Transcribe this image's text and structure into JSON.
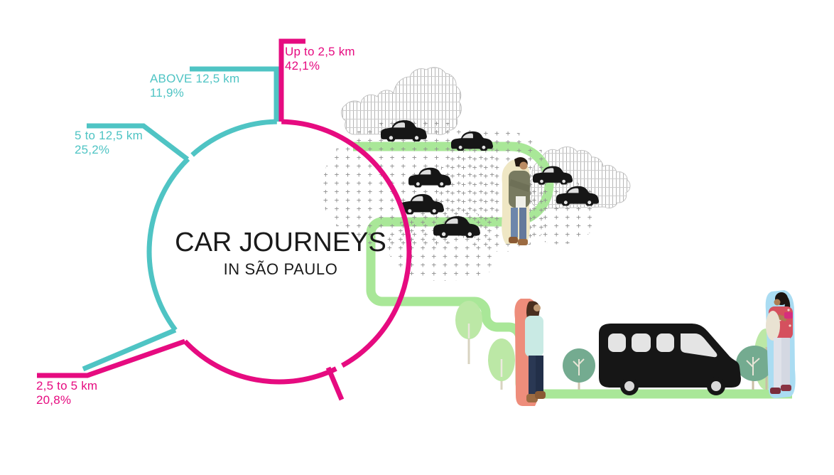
{
  "page": {
    "background": "#ffffff",
    "kind": "infographic"
  },
  "chart_data": {
    "type": "pie",
    "title": "CAR JOURNEYS",
    "subtitle": "IN SÃO PAULO",
    "unit": "%",
    "start_angle_deg": 0,
    "direction": "clockwise",
    "legend_position": "callout labels around donut",
    "segments": [
      {
        "label": "Up to 2,5 km",
        "value": 42.1,
        "value_text": "42,1%",
        "color": "#e60b80"
      },
      {
        "label": "2,5 to 5 km",
        "value": 20.8,
        "value_text": "20,8%",
        "color": "#e60b80"
      },
      {
        "label": "5 to 12,5 km",
        "value": 25.2,
        "value_text": "25,2%",
        "color": "#4fc4c4"
      },
      {
        "label": "ABOVE 12,5 km",
        "value": 11.9,
        "value_text": "11,9%",
        "color": "#4fc4c4"
      }
    ]
  },
  "colors": {
    "pink": "#e60b80",
    "teal": "#4fc4c4",
    "route_green": "#a9e798",
    "tree_light_green": "#bce8a6",
    "tree_dark_green": "#74ab90",
    "vehicle_black": "#161616",
    "plus_pattern_gray": "#8f8f8f"
  },
  "scene": {
    "clouds": 2,
    "cars": 7,
    "vans": 1,
    "trees": 5,
    "people": [
      "man-checking-watch",
      "woman-waiting",
      "woman-using-phone"
    ]
  }
}
